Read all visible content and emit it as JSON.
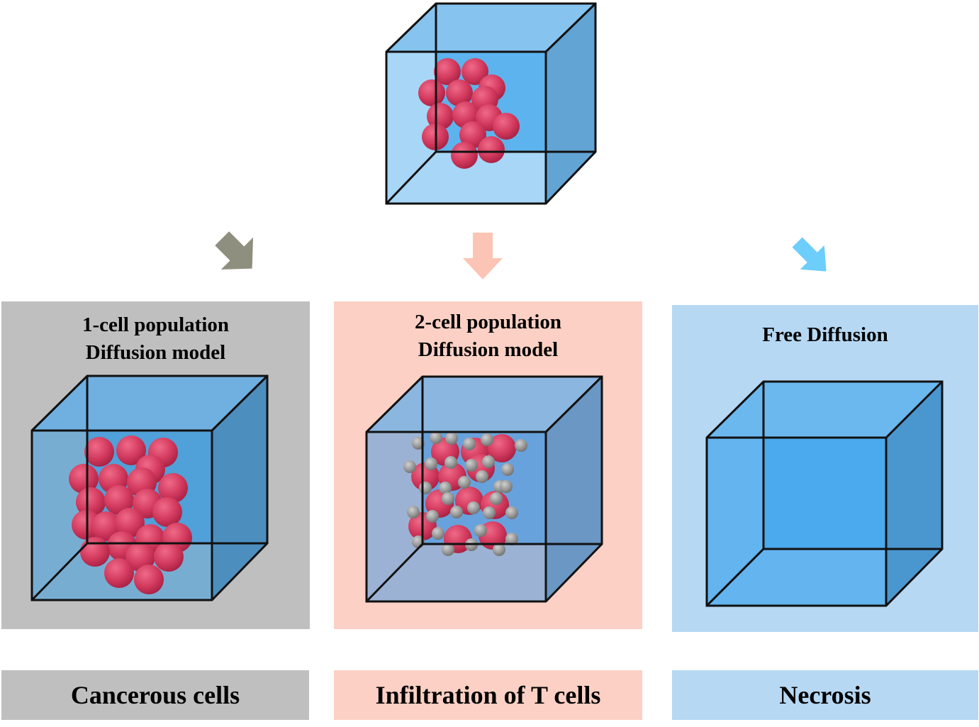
{
  "colors": {
    "gray_panel": "#bfbfbf",
    "pink_panel": "#fcd0c4",
    "blue_panel": "#b6d8f3",
    "arrow_gray": "#8e8f7e",
    "arrow_pink": "#fcc4b4",
    "arrow_blue": "#6dcdfb",
    "cube_front": "#5cb2ec",
    "cube_side": "#4c95c6",
    "cube_top": "#86c4ef",
    "cancer_cell": "#d33a5e",
    "t_cell": "#8a8a8a"
  },
  "top_cube": {
    "icon": "cube-with-tumor-cells"
  },
  "arrows": [
    {
      "name": "gray-arrow",
      "icon": "arrow-down-left-icon",
      "color": "#8e8f7e"
    },
    {
      "name": "pink-arrow",
      "icon": "arrow-down-icon",
      "color": "#fcc4b4"
    },
    {
      "name": "blue-arrow",
      "icon": "arrow-down-right-icon",
      "color": "#6dcdfb"
    }
  ],
  "panels": [
    {
      "title_line1": "1-cell population",
      "title_line2": "Diffusion model",
      "cube_icon": "cube-with-cancer-cells",
      "label": "Cancerous cells"
    },
    {
      "title_line1": "2-cell population",
      "title_line2": "Diffusion model",
      "cube_icon": "cube-with-cancer-and-t-cells",
      "label": "Infiltration of T cells"
    },
    {
      "title_line1": "Free Diffusion",
      "cube_icon": "empty-cube",
      "label": "Necrosis"
    }
  ]
}
